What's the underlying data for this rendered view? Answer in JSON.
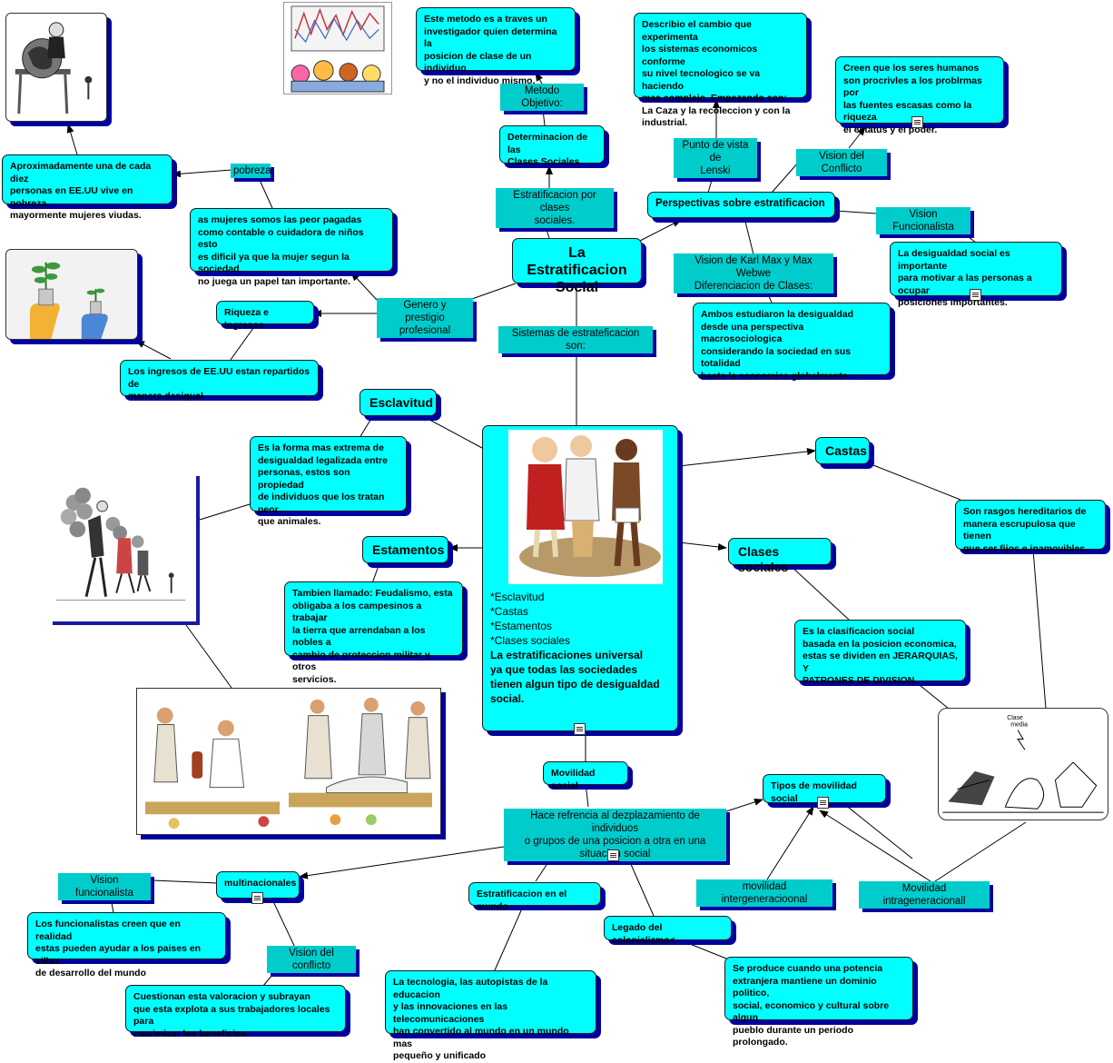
{
  "nodes": {
    "main_title": "La Estratificacion\nSocial",
    "metodo_desc": "Este metodo es a traves un\ninvestigador quien determina la\nposicion de clase de un individuo\ny no el individuo mismo.",
    "determinacion": "Determinacion de las\nClases Sociales",
    "lenski_desc": "Describio el cambio que experimenta\nlos sistemas economicos conforme\nsu nivel tecnologico se va haciendo\nmas complejo. Empezando con:\nLa Caza y la recoleccion y con la\nindustrial.",
    "conflicto_desc": "Creen que los seres humanos\nson procrivles a los problrmas por\nlas fuentes escasas como la riqueza\nel estatus y el poder.",
    "perspectivas": "Perspectivas sobre estratificacion",
    "pobreza_desc": "Aproximadamente una de cada diez\npersonas en EE.UU vive en pobreza.\nmayormente mujeres viudas.",
    "mujeres_desc": "as mujeres somos las peor pagadas\ncomo contable o cuidadora de niños esto\nes dificil ya que la mujer segun la sociedad\nno juega un papel tan importante.",
    "funcionalista_desc": "La desigualdad social es importante\npara motivar a las personas a ocupar\nposiciones importantes.",
    "riqueza": "Riqueza e Ingresos",
    "ingresos_desc": "Los ingresos de EE.UU estan repartidos de\nmanera desigual",
    "marx_desc": "Ambos estudiaron la desigualdad\ndesde una perspectiva macrosociologica\nconsiderando la sociedad en sus totalidad\nhasta la economica globalmente.",
    "esclavitud": "Esclavitud",
    "esclavitud_desc": "Es la forma mas extrema de\ndesigualdad legalizada entre\npersonas, estos son propiedad\nde individuos que los tratan peor\nque animales.",
    "castas": "Castas",
    "castas_desc": "Son rasgos hereditarios de\nmanera escrupulosa que tienen\nque ser fijos e inamovibles.",
    "estamentos": "Estamentos",
    "estamentos_desc": "Tambien llamado: Feudalismo, esta\nobligaba a los campesinos a trabajar\nla tierra que arrendaban a los nobles a\ncambio de proteccion militar y otros\nservicios.",
    "clases": "Clases sociales",
    "clases_desc": "Es la clasificacion social\nbasada en la posicion economica,\nestas se dividen en JERARQUIAS, Y\nPATRONES DE DIVISION.",
    "central_list": "*Esclavitud\n*Castas\n*Estamentos\n*Clases sociales",
    "central_bold": "La estratificaciones universal\nya que todas las sociedades\ntienen algun tipo de desigualdad\nsocial.",
    "movilidad": "Movilidad social",
    "tipos_movilidad": "Tipos de movilidad social",
    "multinacionales": "multinacionales",
    "estratificacion_mundo": "Estratificacion en el mundo",
    "legado": "Legado del colonializmo<",
    "funcionalista_multi_desc": "Los funcionalistas creen que en realidad\nestas pueden ayudar a los  paises en villas\nde desarrollo del mundo",
    "conflicto_multi_desc": "Cuestionan esta valoracion y subrayan\nque esta explota a sus trabajadores locales para\nmaximizar los beneficios.",
    "tecnologia_desc": "La tecnologia, las autopistas de la educacion\ny las innovaciones en las telecomunicaciones\nhan convertido al mundo en un mundo mas\npequeño y unificado",
    "colonialismo_desc": "Se produce cuando una potencia\nextranjera mantiene un dominio politico,\nsocial, economico y cultural sobre algun\npueblo durante un periodo prolongado."
  },
  "labels": {
    "metodo_objetivo": "Metodo Objetivo:",
    "estratificacion_clases": "Estratificacion por clases\nsociales.",
    "punto_lenski": "Punto de vista de\nLenski",
    "vision_conflicto": "Vision del Conflicto",
    "vision_funcionalista": "Vision Funcionalista",
    "pobreza": "pobreza",
    "marx_weber": "Vision de Karl Max y Max Webwe\nDiferenciacion de Clases:",
    "genero": "Genero y\nprestigio profesional",
    "sistemas": "Sistemas de estrateficacion son:",
    "hace_referencia": "Hace refrencia al dezplazamiento de individuos\no grupos de una posicion a otra en una\nsituacion social",
    "intergeneracional": "movilidad intergeneracioonal",
    "intrageneracional": "Movilidad intrageneracionall",
    "vision_funcionalista_multi": "Vision funcionalista",
    "vision_conflicto_multi": "Vision del conflicto"
  },
  "images": {
    "graph_kids": "bi-iconos-graficos",
    "globe_money": "globo-y-dinero",
    "plants_money": "plantas-con-dinero",
    "slaves_money": "cargando-dinero",
    "roman_banquet": "banquete-romano",
    "class_cartoon_text": "Clase\nmedia",
    "central_figures": "esclavo-y-nobles"
  }
}
